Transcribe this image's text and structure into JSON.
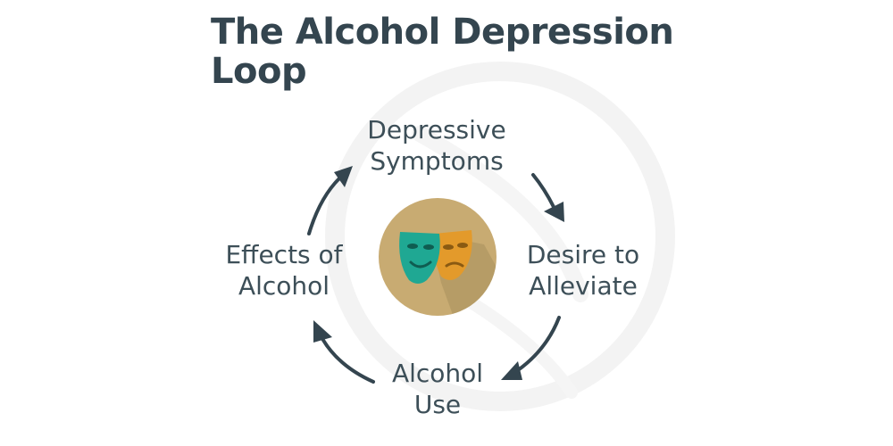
{
  "title": {
    "line1": "The Alcohol Depression",
    "line2": "Loop"
  },
  "cycle": {
    "top": {
      "line1": "Depressive",
      "line2": "Symptoms"
    },
    "right": {
      "line1": "Desire to",
      "line2": "Alleviate"
    },
    "bottom": {
      "line1": "Alcohol",
      "line2": "Use"
    },
    "left": {
      "line1": "Effects of",
      "line2": "Alcohol"
    }
  },
  "center_icon": "drama-masks-icon",
  "colors": {
    "title": "#34454f",
    "text": "#3d4f58",
    "arrow": "#34454f",
    "circle": "#c8ab72",
    "mask_teal": "#1fa893",
    "mask_orange": "#e39a2b",
    "watermark": "#f2f2f2"
  }
}
